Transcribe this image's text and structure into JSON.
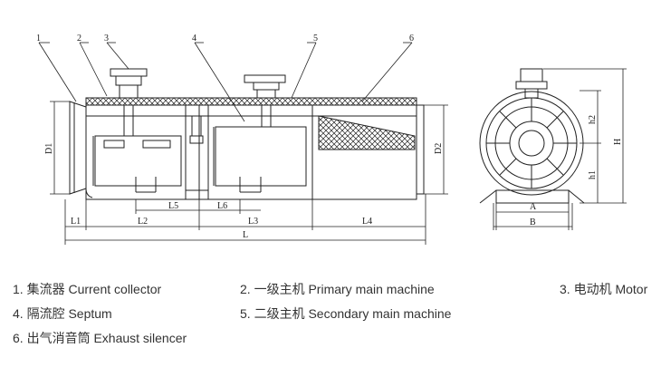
{
  "callouts": [
    "1",
    "2",
    "3",
    "4",
    "5",
    "6"
  ],
  "dimensions": {
    "d1": "D1",
    "d2": "D2",
    "l1": "L1",
    "l2": "L2",
    "l3": "L3",
    "l4": "L4",
    "l5": "L5",
    "l6": "L6",
    "l": "L",
    "a": "A",
    "b": "B",
    "h1": "h1",
    "h2": "h2",
    "h": "H"
  },
  "legend": [
    "1. 集流器 Current collector",
    "2. 一级主机 Primary main machine",
    "3. 电动机 Motor",
    "4. 隔流腔 Septum",
    "5. 二级主机 Secondary main machine",
    "6. 出气消音筒 Exhaust silencer"
  ]
}
